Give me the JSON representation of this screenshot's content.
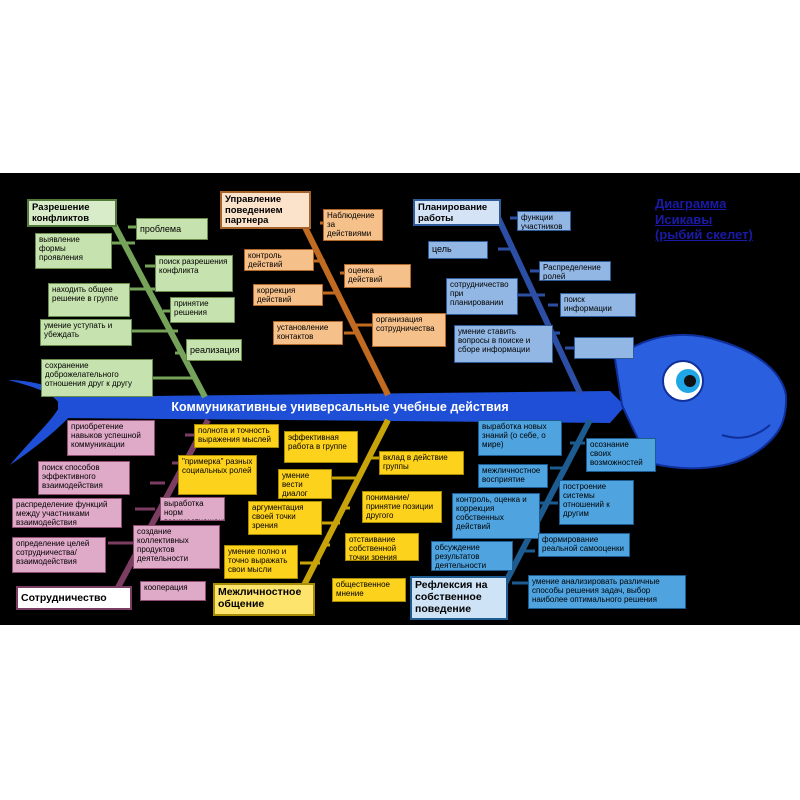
{
  "title": [
    "Диаграмма",
    "Исикавы",
    "(рыбий скелет)"
  ],
  "spine_label": "Коммуникативные универсальные учебные действия",
  "colors": {
    "spine": "#1e4fd6",
    "fish": "#2a5fe0",
    "board": "#000000"
  },
  "branches": {
    "conflicts": {
      "title": "Разрешение конфликтов",
      "items": [
        "проблема",
        "выявление формы проявления",
        "поиск разрешения конфликта",
        "находить общее решение в группе",
        "принятие решения",
        "умение уступать и убеждать",
        "реализация",
        "сохранение доброжелательного отношения друг к другу"
      ]
    },
    "partner": {
      "title": "Управление поведением партнера",
      "items": [
        "Наблюдение за действиями",
        "контроль действий",
        "оценка действий",
        "коррекция действий",
        "установление контактов",
        "организация сотрудничества"
      ]
    },
    "planning": {
      "title": "Планирование работы",
      "items": [
        "функции участников",
        "цель",
        "Распределение ролей",
        "сотрудничество при планировании",
        "поиск информации",
        "умение ставить вопросы в поиске и сборе информации",
        ""
      ]
    },
    "cooperation": {
      "title": "Сотрудничество",
      "items": [
        "приобретение навыков успешной коммуникации",
        "поиск способов эффективного взаимодействия",
        "распределение функций между участниками взаимодействия",
        "выработка норм взаимоотношений",
        "определение целей сотрудничества/ взаимодействия",
        "создание коллективных продуктов деятельности",
        "кооперация"
      ]
    },
    "interpersonal": {
      "title": "Межличностное общение",
      "items": [
        "полнота и точность выражения мыслей",
        "\"примерка\" разных социальных ролей",
        "эффективная работа в группе",
        "умение вести диалог",
        "аргументация своей точки зрения",
        "умение полно и точно выражать свои мысли",
        "вклад в действие группы",
        "понимание/ принятие позиции другого",
        "отстаивание собственной точки зрения",
        "общественное мнение"
      ]
    },
    "reflection": {
      "title": "Рефлексия на собственное поведение",
      "items": [
        "выработка новых знаний (о себе, о мире)",
        "осознание своих возможностей",
        "межличностное восприятие",
        "контроль, оценка и коррекция собственных действий",
        "построение системы отношений к другим",
        "обсуждение результатов деятельности",
        "формирование реальной самооценки",
        "умение анализировать различные способы решения задач, выбор наиболее оптимального решения"
      ]
    }
  }
}
